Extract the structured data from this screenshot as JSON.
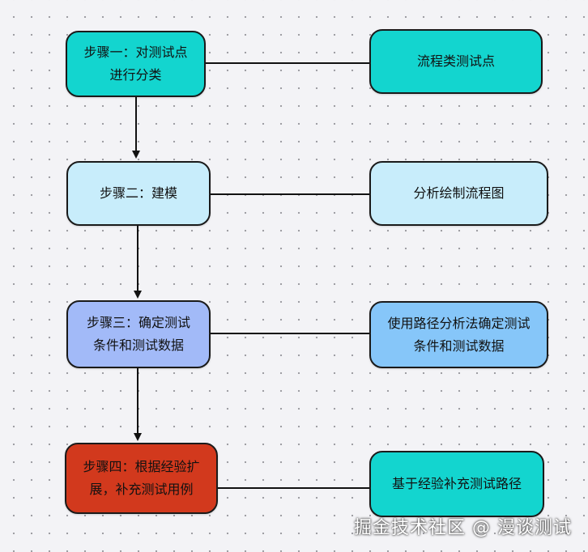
{
  "steps": [
    {
      "label": "步骤一：对测试点\n进行分类",
      "color": "#13d5cf"
    },
    {
      "label": "步骤二：建模",
      "color": "#c8edfb"
    },
    {
      "label": "步骤三：确定测试\n条件和测试数据",
      "color": "#a2baf8"
    },
    {
      "label": "步骤四：根据经验扩\n展，补充测试用例",
      "color": "#d2391d"
    }
  ],
  "details": [
    {
      "label": "流程类测试点",
      "color": "#13d5cf"
    },
    {
      "label": "分析绘制流程图",
      "color": "#c8edfb"
    },
    {
      "label": "使用路径分析法确定测试\n条件和测试数据",
      "color": "#86c6f9"
    },
    {
      "label": "基于经验补充测试路径",
      "color": "#13d5cf"
    }
  ],
  "watermark": "掘金技术社区 @ 漫谈测试"
}
